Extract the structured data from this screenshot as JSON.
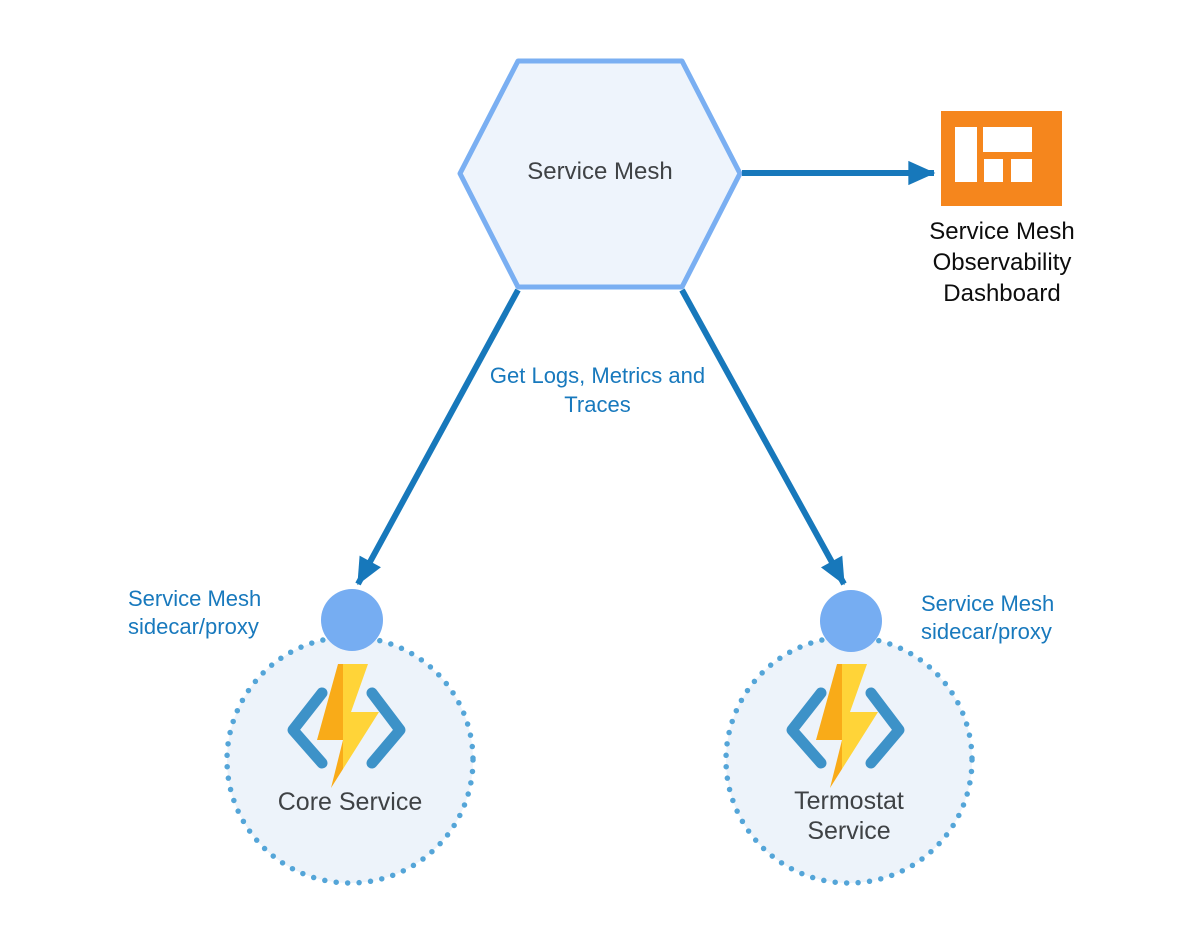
{
  "nodes": {
    "service_mesh": {
      "label": "Service Mesh"
    },
    "dashboard": {
      "label": "Service Mesh\nObservability\nDashboard",
      "icon": "dashboard-grid-icon"
    },
    "core_service": {
      "label": "Core Service",
      "icon": "function-lightning-icon"
    },
    "termostat_service": {
      "label": "Termostat\nService",
      "icon": "function-lightning-icon"
    },
    "left_sidecar": {
      "label": "Service Mesh\nsidecar/proxy"
    },
    "right_sidecar": {
      "label": "Service Mesh\nsidecar/proxy"
    }
  },
  "edges": {
    "logs_label": "Get Logs, Metrics and\nTraces"
  },
  "colors": {
    "arrow_blue": "#1778bb",
    "label_blue": "#1879bd",
    "hexagon_border": "#7aaff2",
    "hexagon_fill": "#eef4fc",
    "dotted_circle_border": "#54a5d8",
    "dotted_circle_fill": "#edf3fa",
    "sidecar_fill": "#76adf2",
    "dashboard_orange": "#f5861d",
    "bracket_blue": "#3d92c8",
    "bolt_amber": "#f9ab18",
    "bolt_yellow": "#ffd438",
    "text_dark": "#3f4245",
    "text_black": "#0d0d0d"
  }
}
